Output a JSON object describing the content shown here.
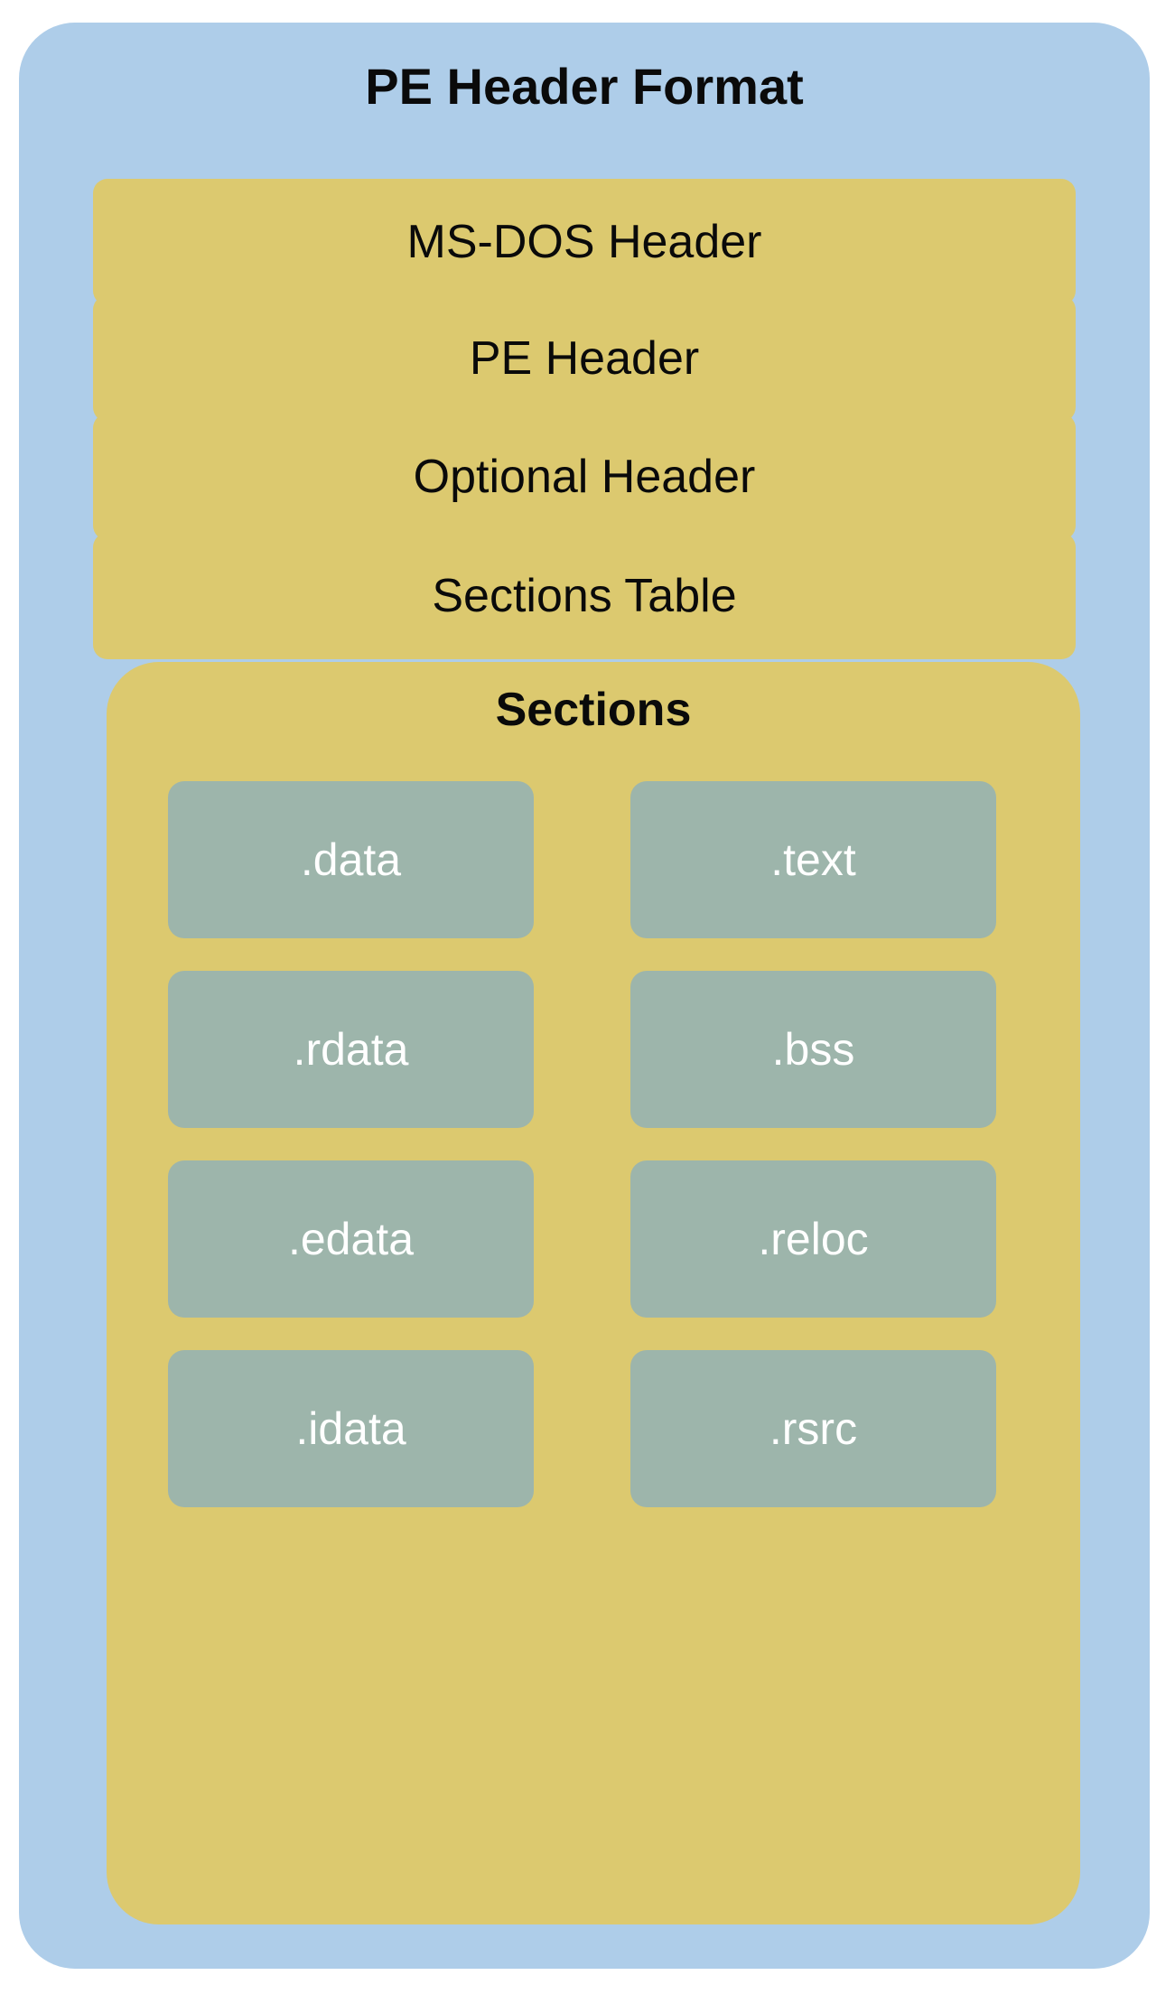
{
  "diagram": {
    "title": "PE Header Format",
    "colors": {
      "outer_panel": "#aecde9",
      "header_bar": "#dcc96f",
      "sections_panel": "#dcc96f",
      "section_chip": "#9db5ab",
      "chip_text": "#ffffff",
      "bar_text": "#0a0a0a",
      "background": "#ffffff"
    },
    "header_bars": [
      {
        "label": "MS-DOS Header"
      },
      {
        "label": "PE Header"
      },
      {
        "label": "Optional Header"
      },
      {
        "label": "Sections Table"
      }
    ],
    "sections": {
      "title": "Sections",
      "chips": [
        {
          "label": ".data"
        },
        {
          "label": ".text"
        },
        {
          "label": ".rdata"
        },
        {
          "label": ".bss"
        },
        {
          "label": ".edata"
        },
        {
          "label": ".reloc"
        },
        {
          "label": ".idata"
        },
        {
          "label": ".rsrc"
        }
      ]
    }
  }
}
